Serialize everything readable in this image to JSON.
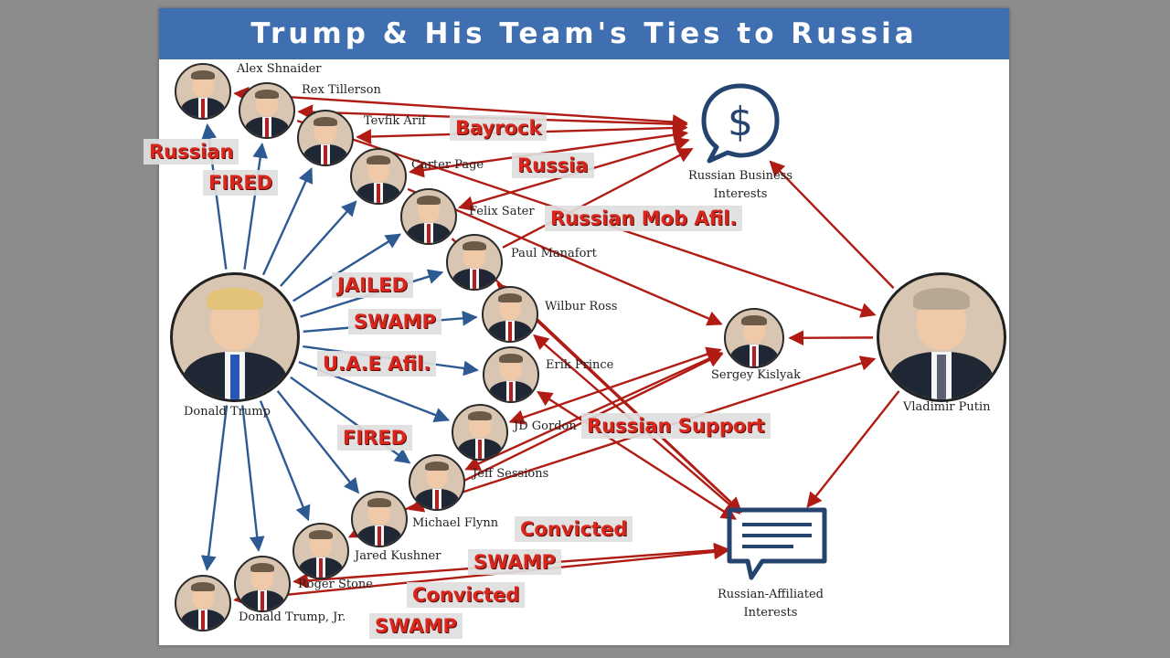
{
  "title": "Trump & His Team's Ties to Russia",
  "colors": {
    "banner": "#3f6fb1",
    "trump_arrows": "#2e5a93",
    "russia_arrows": "#b01c14",
    "tag_text": "#d9261c",
    "icon_stroke": "#24436f"
  },
  "people": [
    {
      "id": "shnaider",
      "name": "Alex Shnaider"
    },
    {
      "id": "tillerson",
      "name": "Rex Tillerson"
    },
    {
      "id": "arif",
      "name": "Tevfik Arif"
    },
    {
      "id": "page",
      "name": "Carter Page"
    },
    {
      "id": "sater",
      "name": "Felix Sater"
    },
    {
      "id": "manafort",
      "name": "Paul Manafort"
    },
    {
      "id": "ross",
      "name": "Wilbur Ross"
    },
    {
      "id": "prince",
      "name": "Erik Prince"
    },
    {
      "id": "gordon",
      "name": "JD Gordon"
    },
    {
      "id": "sessions",
      "name": "Jeff Sessions"
    },
    {
      "id": "flynn",
      "name": "Michael Flynn"
    },
    {
      "id": "kushner",
      "name": "Jared Kushner"
    },
    {
      "id": "stone",
      "name": "Roger Stone"
    },
    {
      "id": "trumpjr",
      "name": "Donald Trump, Jr."
    },
    {
      "id": "trump",
      "name": "Donald Trump"
    },
    {
      "id": "kislyak",
      "name": "Sergey Kislyak"
    },
    {
      "id": "putin",
      "name": "Vladimir Putin"
    }
  ],
  "hubs": {
    "business": {
      "line1": "Russian Business",
      "line2": "Interests",
      "icon": "dollar-speech-bubble-icon"
    },
    "affiliated": {
      "line1": "Russian-Affiliated",
      "line2": "Interests",
      "icon": "text-speech-bubble-icon"
    }
  },
  "tags": [
    {
      "id": "russian",
      "text": "Russian"
    },
    {
      "id": "fired1",
      "text": "FIRED"
    },
    {
      "id": "bayrock",
      "text": "Bayrock"
    },
    {
      "id": "russia",
      "text": "Russia"
    },
    {
      "id": "mob",
      "text": "Russian Mob Afil."
    },
    {
      "id": "jailed",
      "text": "JAILED"
    },
    {
      "id": "swamp1",
      "text": "SWAMP"
    },
    {
      "id": "uae",
      "text": "U.A.E Afil."
    },
    {
      "id": "support",
      "text": "Russian Support"
    },
    {
      "id": "fired2",
      "text": "FIRED"
    },
    {
      "id": "convicted1",
      "text": "Convicted"
    },
    {
      "id": "swamp2",
      "text": "SWAMP"
    },
    {
      "id": "convicted2",
      "text": "Convicted"
    },
    {
      "id": "swamp3",
      "text": "SWAMP"
    }
  ]
}
